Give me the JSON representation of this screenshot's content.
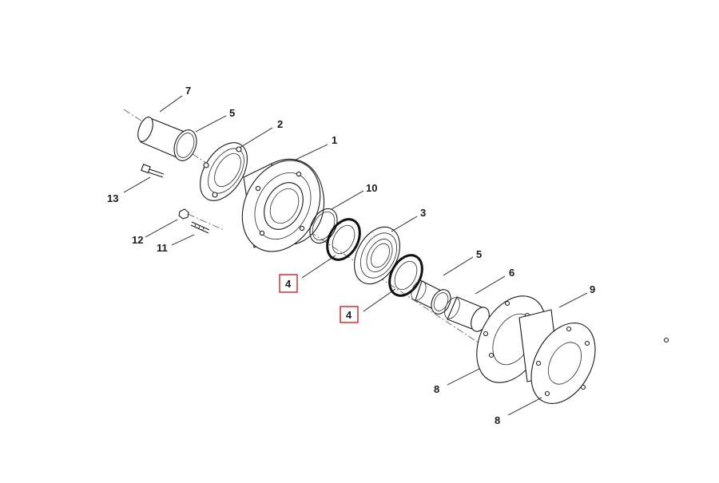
{
  "callouts": {
    "c1": "1",
    "c2": "2",
    "c3": "3",
    "c4a": "4",
    "c4b": "4",
    "c5a": "5",
    "c5b": "5",
    "c6": "6",
    "c7": "7",
    "c8a": "8",
    "c8b": "8",
    "c9": "9",
    "c10": "10",
    "c11": "11",
    "c12": "12",
    "c13": "13"
  },
  "colors": {
    "highlight": "#cc2222",
    "line": "#1a1a1a",
    "background": "#ffffff"
  }
}
